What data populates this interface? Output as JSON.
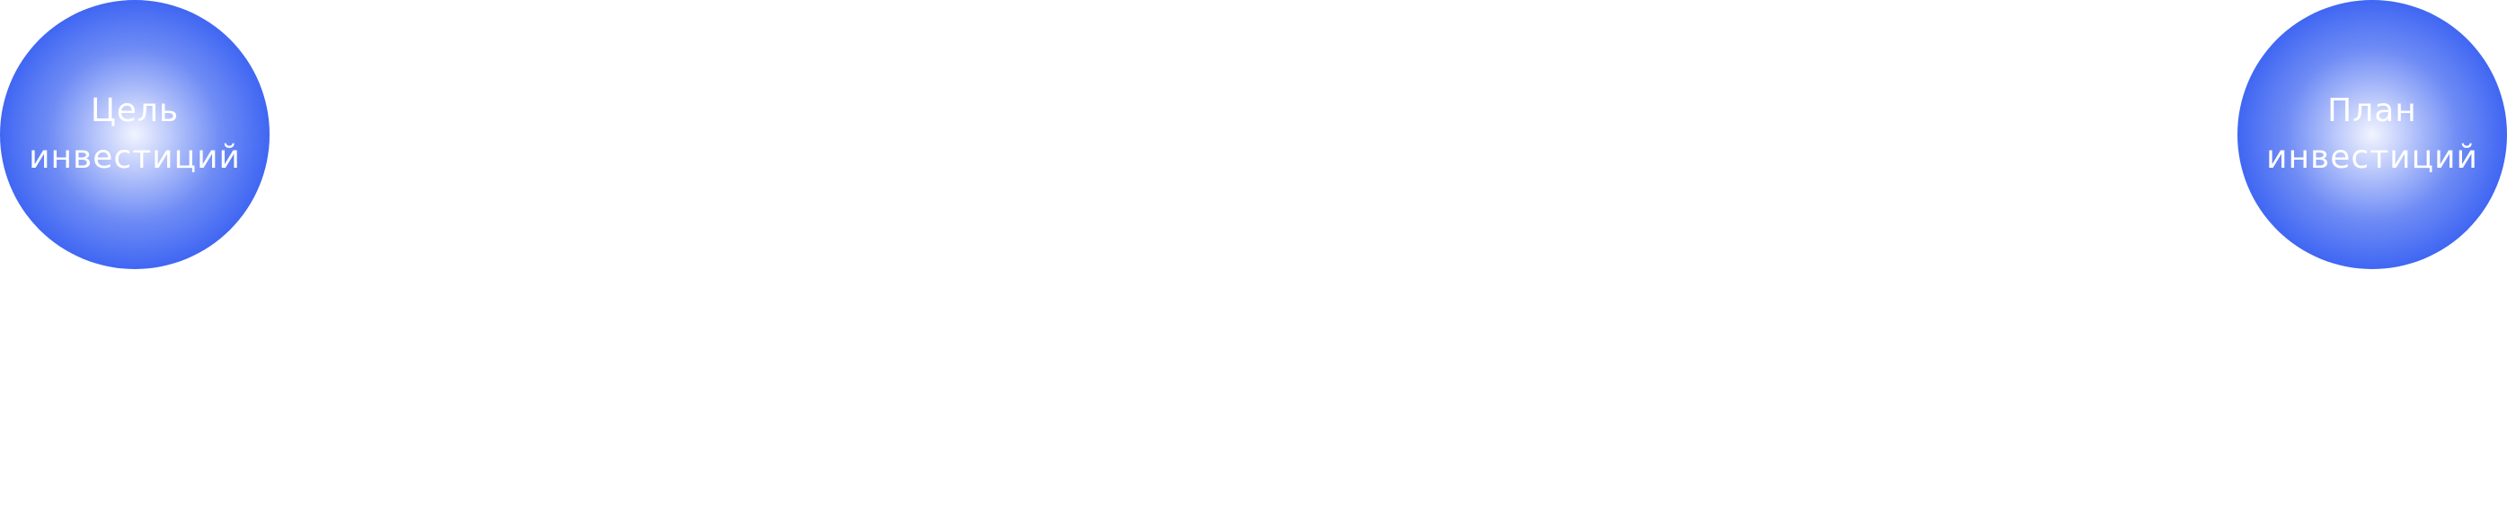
{
  "colors": {
    "node_center": "#f2f4ff",
    "node_mid": "#6f8cf5",
    "node_edge": "#0a3cf0",
    "label": "#ffffff"
  },
  "nodes": [
    {
      "line1": "Цель",
      "line2": "инвестиций"
    },
    {
      "line1": "План",
      "line2": "инвестиций"
    }
  ]
}
